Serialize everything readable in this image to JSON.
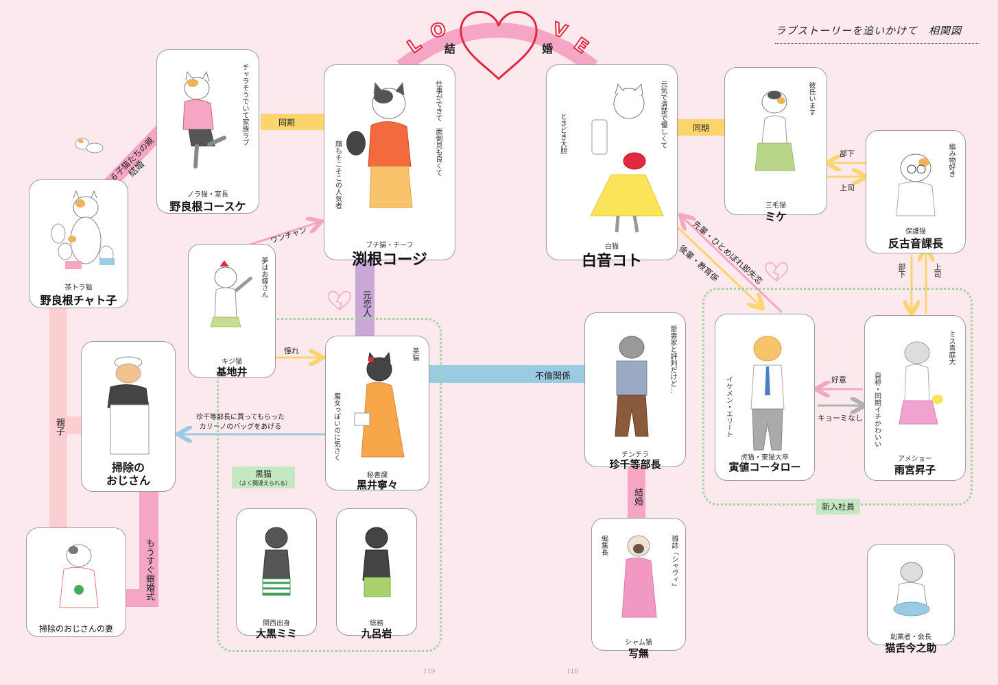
{
  "title": "ラブストーリーを追いかけて　相関図",
  "love_letters": [
    "L",
    "O",
    "V",
    "E"
  ],
  "marriage_label_left": "結",
  "marriage_label_right": "婚",
  "page_numbers": [
    "119",
    "118"
  ],
  "characters": {
    "chatoko": {
      "sub": "茶トラ猫",
      "name": "野良根チャト子"
    },
    "kosuke": {
      "sub": "ノラ猫・室長",
      "name": "野良根コースケ",
      "desc": "チャラそうでいて家族ラブ"
    },
    "koji": {
      "sub": "ブチ猫・チーフ",
      "name": "渕根コージ",
      "desc": [
        "仕事ができて　面倒見も良くて",
        "顔もそこそこの人気者"
      ]
    },
    "koto": {
      "sub": "白猫",
      "name": "白音コト",
      "desc": [
        "元気で清楚で優しくて",
        "ときどき大胆"
      ]
    },
    "mike": {
      "sub": "三毛猫",
      "name": "ミケ",
      "desc": "彼氏います"
    },
    "hankoon": {
      "sub": "保護猫",
      "name": "反古音課長",
      "desc": "編み物好き"
    },
    "kijii": {
      "sub": "キジ猫",
      "name": "基地井",
      "desc": "夢はお嫁さん"
    },
    "neineine": {
      "sub": "秘書課",
      "name": "黒井寧々",
      "desc": [
        "美猫",
        "魔女っぽいのに気さく"
      ]
    },
    "chinchira": {
      "sub": "チンチラ",
      "name": "珍千等部長",
      "desc": "愛妻家と評判だけど…"
    },
    "kotaro": {
      "sub": "虎猫・東猫大卒",
      "name": "寅値コータロー",
      "desc": "イケメン・エリート"
    },
    "shoko": {
      "sub": "アメショー",
      "name": "雨宮昇子",
      "desc": [
        "ミス青庭大",
        "自称・同期イチかわいい"
      ]
    },
    "ojisan": {
      "name": "掃除の\nおじさん"
    },
    "tsuma": {
      "name": "掃除のおじさんの妻"
    },
    "mimi": {
      "sub": "関西出身",
      "name": "大黒ミミ"
    },
    "kuroiwa": {
      "sub": "総務",
      "name": "九呂岩"
    },
    "shanai": {
      "sub": "シャム猫",
      "name": "写無",
      "desc": [
        "編集長",
        "雑誌「シャヴィ」"
      ]
    },
    "nekojita": {
      "sub": "創業者・会長",
      "name": "猫舌今之助"
    }
  },
  "relations": {
    "kids_parent": "６子猫たちの親",
    "kekkon": "結婚",
    "douki_left": "同期",
    "douki_right": "同期",
    "buka": "部下",
    "joshi": "上司",
    "buka2": "部下",
    "joshi2": "上司",
    "wanchan": "ワンチャン",
    "akogare": "憧れ",
    "motokoibito": "元恋人",
    "furin": "不倫関係",
    "senpai": "先輩・ひとめぼれ即失恋",
    "kouhai": "後輩・教育係",
    "koui": "好意",
    "kyomi": "キョーミなし",
    "oyako": "親子",
    "bag": "珍千等部長に買ってもらった\nカリーノのバッグをあげる",
    "ginkon": "もうすぐ銀婚式",
    "kekkon2": "結婚"
  },
  "groups": {
    "kuroneko": "黒猫",
    "kuroneko_note": "（よく間違えられる）",
    "shinnyu": "新入社員"
  },
  "colors": {
    "background": "#fbe9ee",
    "pink_band": "#f4a6c4",
    "light_pink_band": "#fbcfd2",
    "yellow_band": "#fbd46d",
    "blue_band": "#9acbe3",
    "purple_band": "#c9a7d6",
    "gray_arrow": "#b0b0b0",
    "heart_red": "#e0283e",
    "green_dots": "#9fd59b"
  }
}
